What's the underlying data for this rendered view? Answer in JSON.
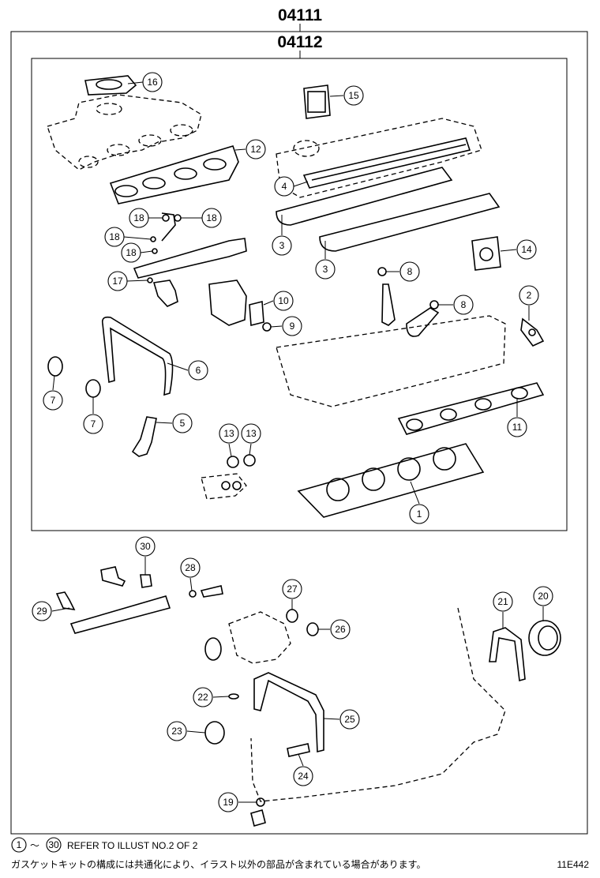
{
  "group_codes": {
    "outer": "04111",
    "inner": "04112"
  },
  "callouts": [
    {
      "id": "c16",
      "num": "16"
    },
    {
      "id": "c15",
      "num": "15"
    },
    {
      "id": "c12",
      "num": "12"
    },
    {
      "id": "c4",
      "num": "4"
    },
    {
      "id": "c18a",
      "num": "18"
    },
    {
      "id": "c18b",
      "num": "18"
    },
    {
      "id": "c18c",
      "num": "18"
    },
    {
      "id": "c18d",
      "num": "18"
    },
    {
      "id": "c3a",
      "num": "3"
    },
    {
      "id": "c3b",
      "num": "3"
    },
    {
      "id": "c14",
      "num": "14"
    },
    {
      "id": "c17",
      "num": "17"
    },
    {
      "id": "c8a",
      "num": "8"
    },
    {
      "id": "c8b",
      "num": "8"
    },
    {
      "id": "c10",
      "num": "10"
    },
    {
      "id": "c9",
      "num": "9"
    },
    {
      "id": "c2",
      "num": "2"
    },
    {
      "id": "c6",
      "num": "6"
    },
    {
      "id": "c7a",
      "num": "7"
    },
    {
      "id": "c7b",
      "num": "7"
    },
    {
      "id": "c5",
      "num": "5"
    },
    {
      "id": "c13a",
      "num": "13"
    },
    {
      "id": "c13b",
      "num": "13"
    },
    {
      "id": "c11",
      "num": "11"
    },
    {
      "id": "c1",
      "num": "1"
    },
    {
      "id": "c30",
      "num": "30"
    },
    {
      "id": "c28",
      "num": "28"
    },
    {
      "id": "c27",
      "num": "27"
    },
    {
      "id": "c29",
      "num": "29"
    },
    {
      "id": "c26",
      "num": "26"
    },
    {
      "id": "c21",
      "num": "21"
    },
    {
      "id": "c20",
      "num": "20"
    },
    {
      "id": "c22",
      "num": "22"
    },
    {
      "id": "c25",
      "num": "25"
    },
    {
      "id": "c23",
      "num": "23"
    },
    {
      "id": "c24",
      "num": "24"
    },
    {
      "id": "c19",
      "num": "19"
    }
  ],
  "footer": {
    "range_start": "1",
    "range_tilde": "～",
    "range_end": "30",
    "refer_text": "REFER TO ILLUST NO.2 OF 2",
    "japanese_note": "ガスケットキットの構成には共通化により、イラスト以外の部品が含まれている場合があります。",
    "illustration_code": "11E442"
  }
}
